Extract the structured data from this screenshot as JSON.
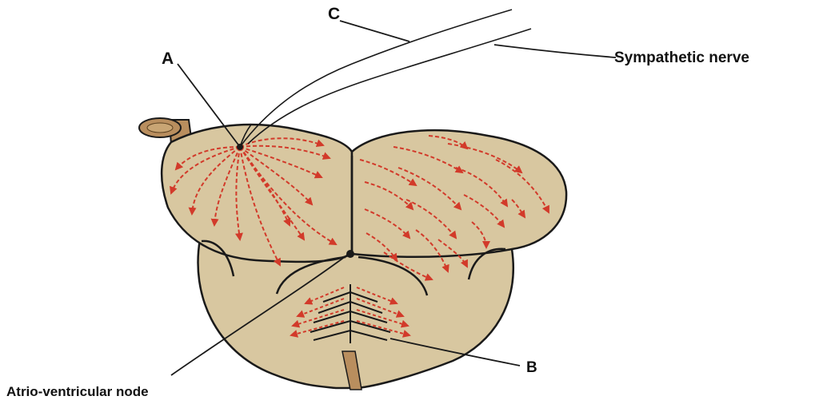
{
  "labels": {
    "a": "A",
    "b": "B",
    "c": "C",
    "sympathetic": "Sympathetic nerve",
    "av_node": "Atrio-ventricular node"
  },
  "colors": {
    "tissue": "#d8c7a0",
    "outline": "#1a1a1a",
    "arrow": "#d23a2a",
    "vessel": "#b98e5e"
  },
  "icons": {
    "sa_node": "node-dot",
    "av_node": "node-dot",
    "impulse": "red-arrow"
  }
}
